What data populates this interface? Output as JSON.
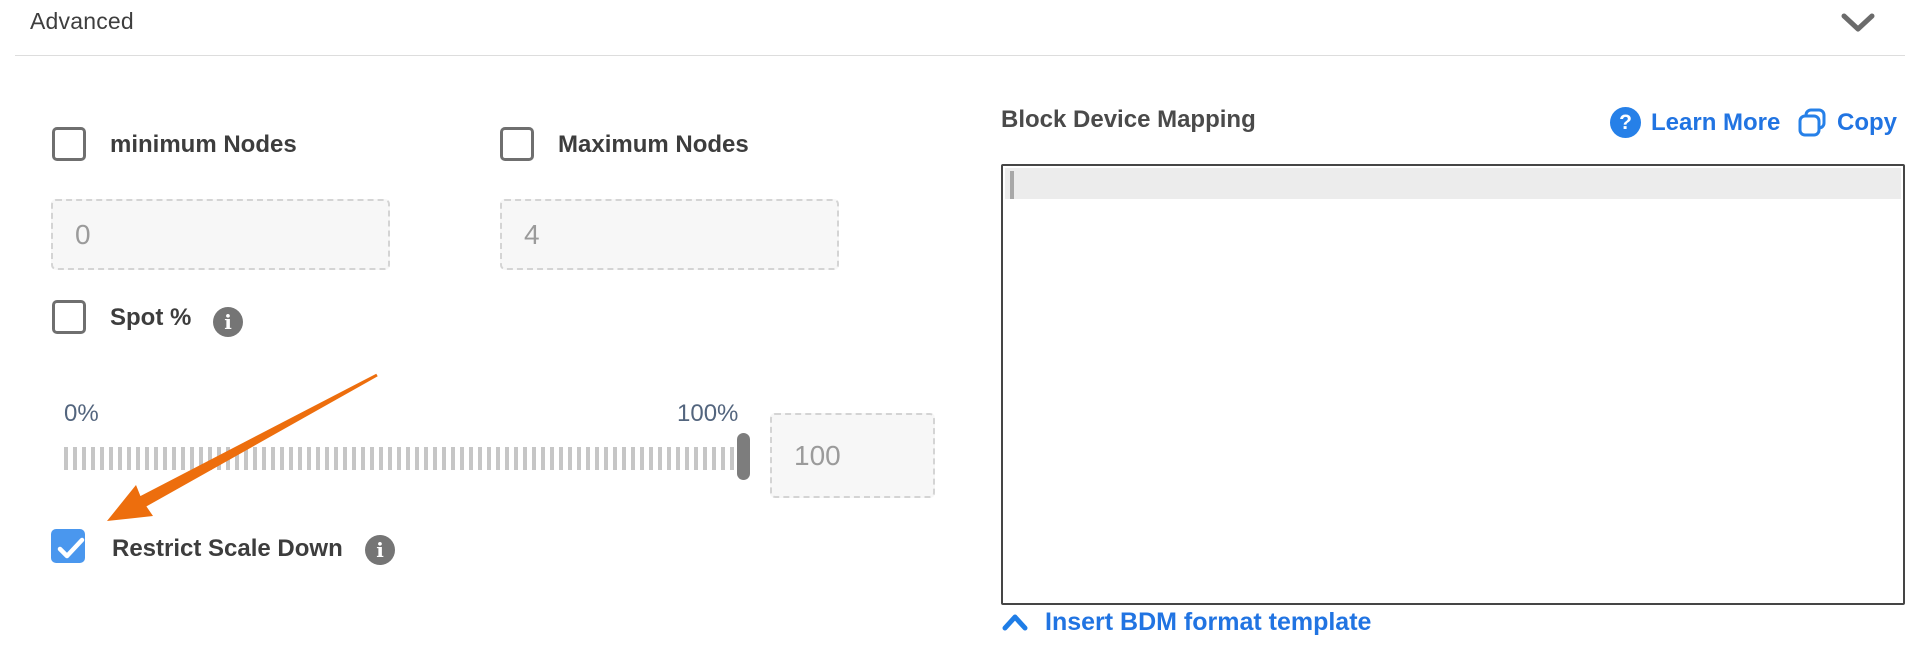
{
  "header": {
    "title": "Advanced"
  },
  "left_panel": {
    "min_nodes": {
      "label": "minimum Nodes",
      "checked": false,
      "value": "0"
    },
    "max_nodes": {
      "label": "Maximum Nodes",
      "checked": false,
      "value": "4"
    },
    "spot": {
      "label": "Spot %",
      "checked": false,
      "slider": {
        "min_label": "0%",
        "max_label": "100%",
        "value": "100"
      }
    },
    "restrict_scale_down": {
      "label": "Restrict Scale Down",
      "checked": true
    }
  },
  "right_panel": {
    "title": "Block Device Mapping",
    "learn_more_label": "Learn More",
    "copy_label": "Copy",
    "editor_value": "",
    "insert_template_label": "Insert BDM format template"
  },
  "icons": {
    "header_chevron": "chevron-down",
    "info": "info-circle",
    "learn_more": "question-circle",
    "copy": "copy-sheets",
    "insert_template": "chevron-up"
  },
  "colors": {
    "link_blue": "#2174e2",
    "checkbox_checked_blue": "#4a97ee",
    "annotation_arrow_orange": "#ed6e0d",
    "slider_label": "#53657e",
    "editor_border": "#454545",
    "active_line": "#ececec"
  }
}
